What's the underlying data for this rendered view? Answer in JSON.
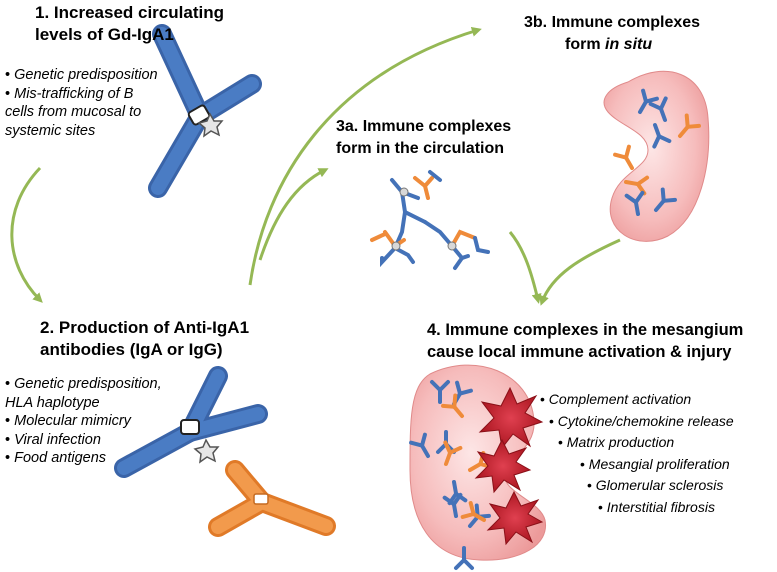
{
  "section1": {
    "title_lines": [
      "1. Increased circulating",
      "levels of Gd-IgA1"
    ],
    "bullets": [
      "Genetic predisposition",
      "Mis-trafficking of B",
      "cells from mucosal to",
      "systemic sites"
    ]
  },
  "section2": {
    "title_lines": [
      "2. Production of Anti-IgA1",
      "antibodies (IgA or IgG)"
    ],
    "bullets": [
      "Genetic predisposition,",
      "HLA haplotype",
      "Molecular mimicry",
      "Viral infection",
      "Food antigens"
    ]
  },
  "section3a": {
    "title_lines": [
      "3a. Immune complexes",
      "form in the circulation"
    ]
  },
  "section3b": {
    "title_line1": "3b. Immune complexes",
    "title_line2_normal": "form ",
    "title_line2_italic": "in situ"
  },
  "section4": {
    "title_lines": [
      "4. Immune complexes in the mesangium",
      "cause local immune activation & injury"
    ],
    "bullets": [
      "Complement activation",
      "Cytokine/chemokine release",
      "Matrix production",
      "Mesangial proliferation",
      "Glomerular sclerosis",
      "Interstitial fibrosis"
    ]
  },
  "bullet_char": "•",
  "colors": {
    "iga1": "#4472b8",
    "anti_iga1": "#ef8b3a",
    "arrow": "#95b855",
    "kidney": "#f6bcbc",
    "burst": "#c0222a"
  },
  "icons": [
    "arrow-1-to-2",
    "arrow-2-to-3a",
    "arrow-2-to-3b",
    "arrow-3a-to-4",
    "arrow-3b-to-4",
    "kidney-icon",
    "antibody-icon",
    "galactose-deficient-glycan-icon",
    "injury-burst-icon"
  ]
}
